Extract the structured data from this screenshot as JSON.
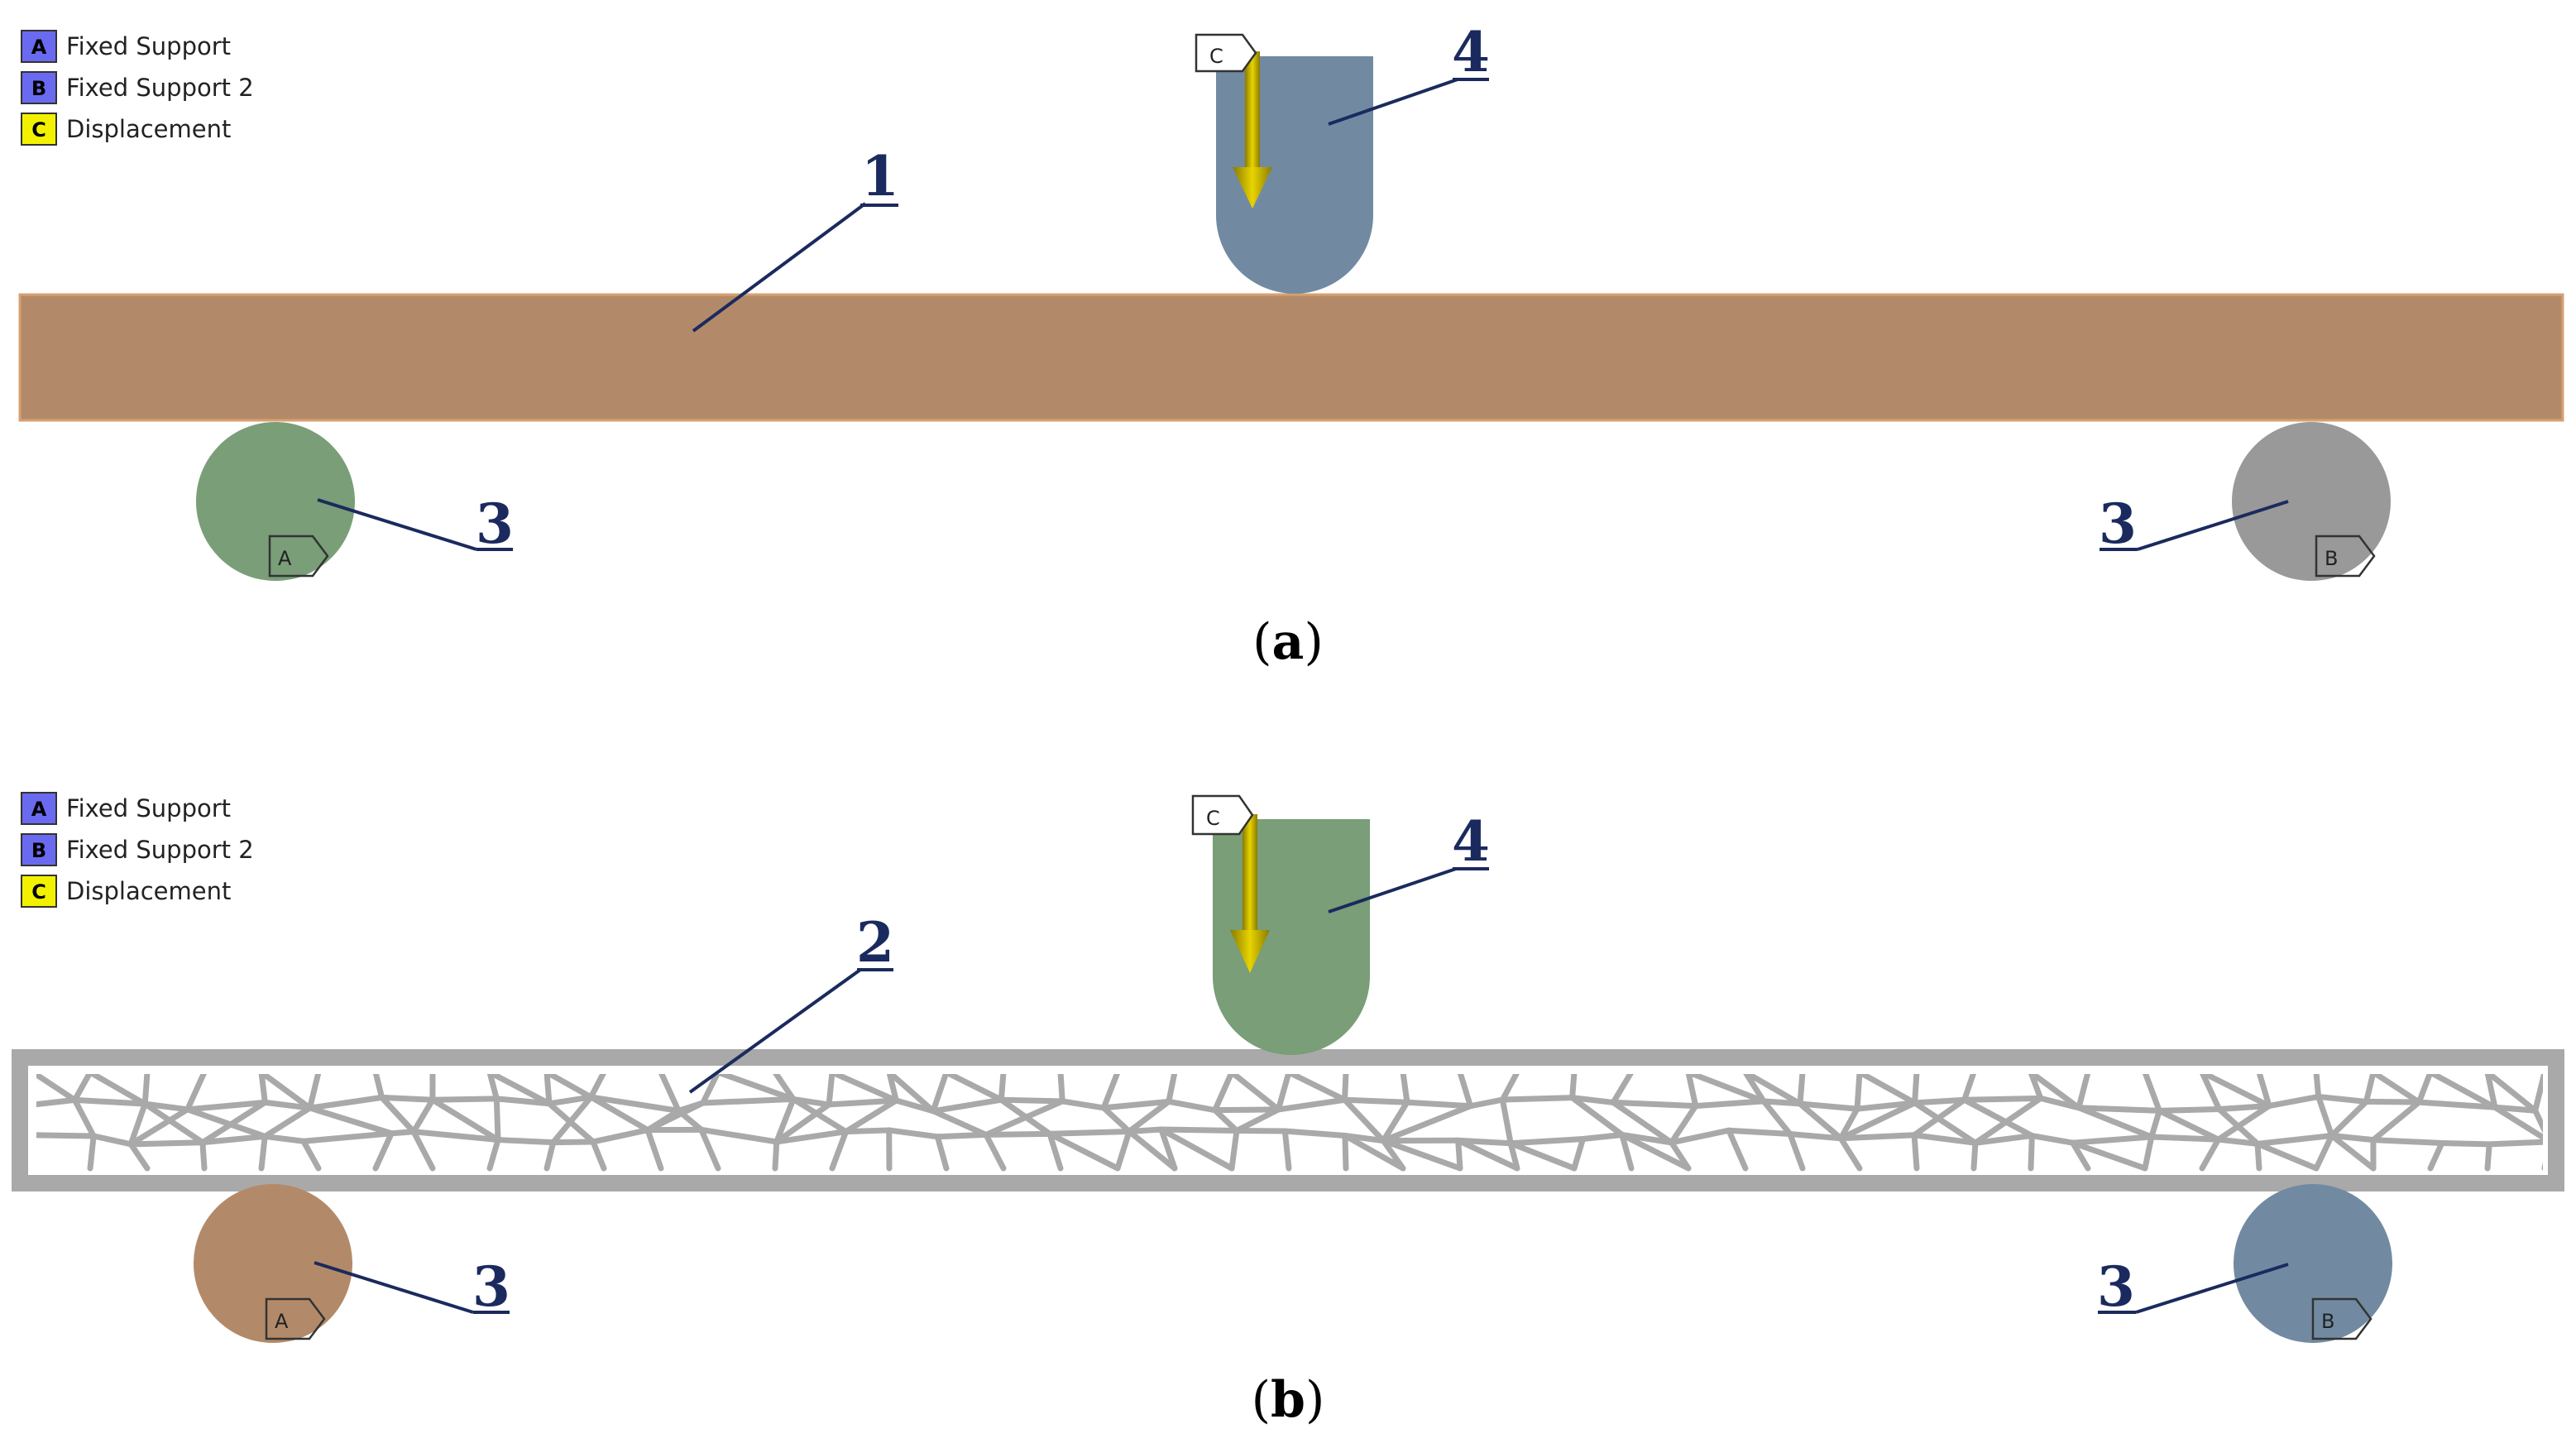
{
  "panels": [
    {
      "id": "a",
      "legend": [
        {
          "letter": "A",
          "label": "Fixed Support",
          "color": "#6a6af0"
        },
        {
          "letter": "B",
          "label": "Fixed Support 2",
          "color": "#6a6af0"
        },
        {
          "letter": "C",
          "label": "Displacement",
          "color": "#f2f200"
        }
      ],
      "beam_color": "#b38a69",
      "punch_color": "#728aa1",
      "left_support_color": "#799e78",
      "right_support_color": "#999999",
      "tags": {
        "left": "A",
        "right": "B",
        "top": "C"
      },
      "callouts": {
        "beam": "1",
        "left_support": "3",
        "right_support": "3",
        "punch": "4"
      },
      "caption": {
        "open": "(",
        "letter": "a",
        "close": ")"
      }
    },
    {
      "id": "b",
      "legend": [
        {
          "letter": "A",
          "label": "Fixed Support",
          "color": "#6a6af0"
        },
        {
          "letter": "B",
          "label": "Fixed Support 2",
          "color": "#6a6af0"
        },
        {
          "letter": "C",
          "label": "Displacement",
          "color": "#f2f200"
        }
      ],
      "beam_color": "#a9a9a9",
      "punch_color": "#799e78",
      "left_support_color": "#b38a69",
      "right_support_color": "#728aa1",
      "tags": {
        "left": "A",
        "right": "B",
        "top": "C"
      },
      "callouts": {
        "beam": "2",
        "left_support": "3",
        "right_support": "3",
        "punch": "4"
      },
      "caption": {
        "open": "(",
        "letter": "b",
        "close": ")"
      }
    }
  ],
  "arrow_color": "#c8b400",
  "callout_color": "#1b2a5e"
}
